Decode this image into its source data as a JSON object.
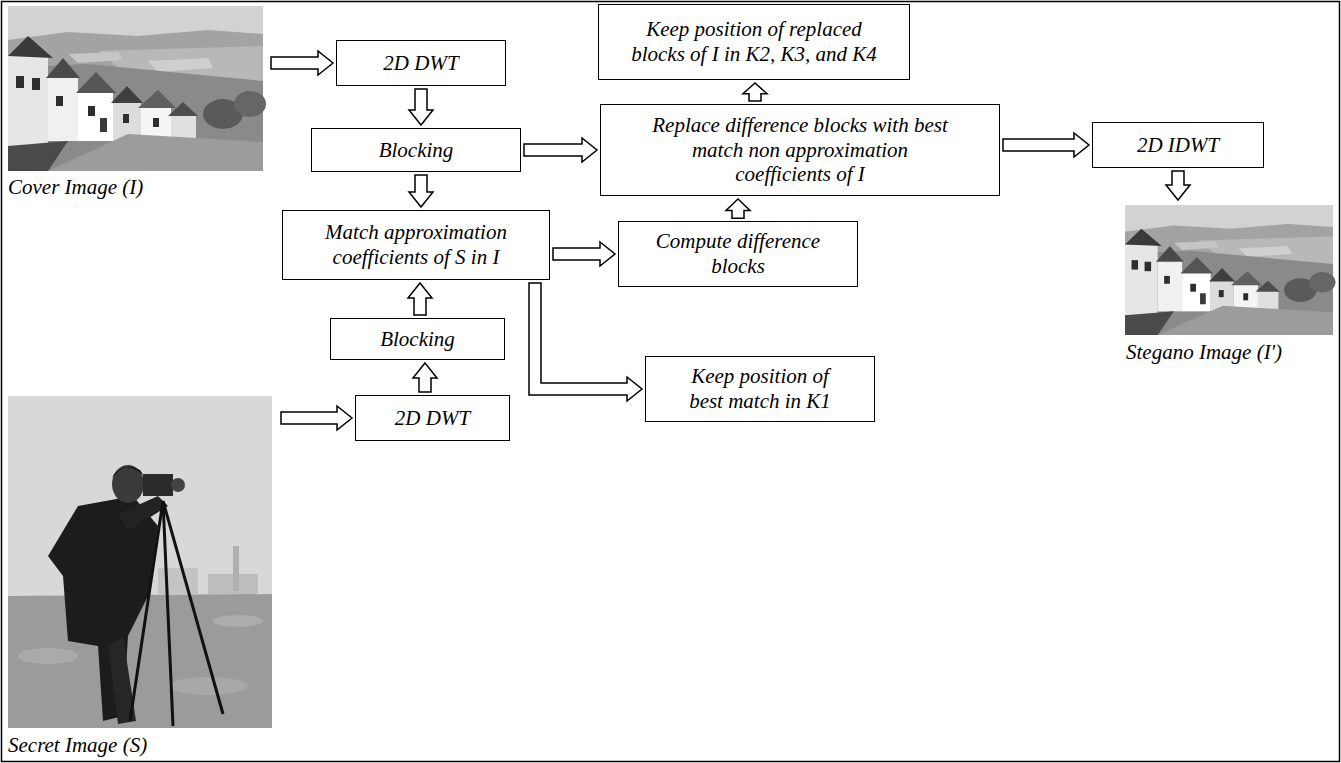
{
  "diagram": {
    "nodes": [
      {
        "text": [
          "Cover Image (I)"
        ]
      },
      {
        "text": [
          "Keep position of replaced blocks of I in K2, K3, and K4"
        ]
      },
      {
        "text": [
          "2D DWT"
        ]
      },
      {
        "text": [
          "Replace difference blocks with best match non approximation coefficients of I"
        ]
      },
      {
        "text": [
          "2D IDWT"
        ]
      },
      {
        "text": [
          "Blocking"
        ]
      },
      {
        "text": [
          "Stegano Image (I')"
        ]
      },
      {
        "text": [
          "Match approximation coefficients of S in I"
        ]
      },
      {
        "text": [
          "Compute difference blocks"
        ]
      },
      {
        "text": [
          "Blocking"
        ]
      },
      {
        "text": [
          "Keep position of best match in K1"
        ]
      },
      {
        "text": [
          "Secret Image (S)"
        ]
      },
      {
        "text": [
          "2D DWT"
        ]
      }
    ],
    "edges": [
      {
        "from": 0,
        "to": 2,
        "arrow": "to"
      },
      {
        "from": 2,
        "to": 5,
        "arrow": "to"
      },
      {
        "from": 5,
        "to": 3,
        "arrow": "to"
      },
      {
        "from": 5,
        "to": 7,
        "arrow": "to"
      },
      {
        "from": 3,
        "to": 1,
        "arrow": "to"
      },
      {
        "from": 3,
        "to": 4,
        "arrow": "to"
      },
      {
        "from": 4,
        "to": 6,
        "arrow": "to"
      },
      {
        "from": 7,
        "to": 8,
        "arrow": "to"
      },
      {
        "from": 8,
        "to": 3,
        "arrow": "to"
      },
      {
        "from": 7,
        "to": 10,
        "arrow": "to"
      },
      {
        "from": 9,
        "to": 7,
        "arrow": "to"
      },
      {
        "from": 12,
        "to": 9,
        "arrow": "to"
      },
      {
        "from": 11,
        "to": 12,
        "arrow": "to"
      }
    ]
  }
}
